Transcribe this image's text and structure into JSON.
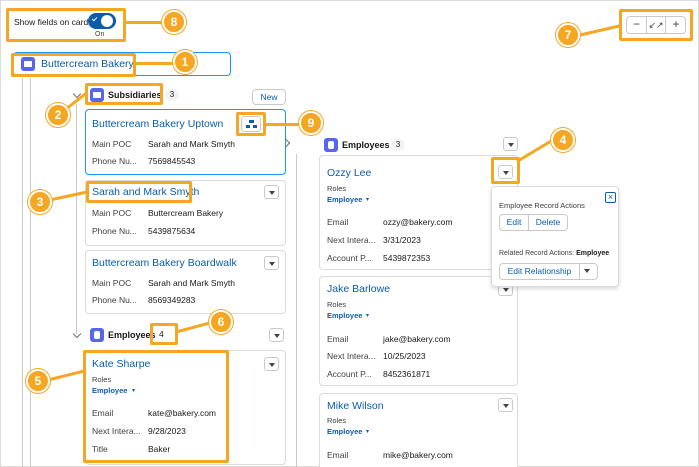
{
  "toggle": {
    "label": "Show fields on cards",
    "state": "On"
  },
  "root": {
    "title": "Buttercream Bakery"
  },
  "subsidiaries": {
    "label": "Subsidiaries",
    "count": "3",
    "new_label": "New",
    "cards": [
      {
        "title": "Buttercream Bakery Uptown",
        "fields": [
          {
            "label": "Main POC",
            "value": "Sarah and Mark Smyth"
          },
          {
            "label": "Phone Nu...",
            "value": "7569845543"
          }
        ]
      },
      {
        "title": "Sarah and Mark Smyth",
        "fields": [
          {
            "label": "Main POC",
            "value": "Buttercream Bakery"
          },
          {
            "label": "Phone Nu...",
            "value": "5439875634"
          }
        ]
      },
      {
        "title": "Buttercream Bakery Boardwalk",
        "fields": [
          {
            "label": "Main POC",
            "value": "Sarah and Mark Smyth"
          },
          {
            "label": "Phone Nu...",
            "value": "8569349283"
          }
        ]
      }
    ]
  },
  "employees_left": {
    "label": "Employees",
    "count": "4",
    "card": {
      "title": "Kate Sharpe",
      "roles_label": "Roles",
      "role": "Employee",
      "fields": [
        {
          "label": "Email",
          "value": "kate@bakery.com"
        },
        {
          "label": "Next Intera...",
          "value": "9/28/2023"
        },
        {
          "label": "Title",
          "value": "Baker"
        }
      ]
    }
  },
  "employees_right": {
    "label": "Employees",
    "count": "3",
    "cards": [
      {
        "title": "Ozzy Lee",
        "roles_label": "Roles",
        "role": "Employee",
        "fields": [
          {
            "label": "Email",
            "value": "ozzy@bakery.com"
          },
          {
            "label": "Next Intera...",
            "value": "3/31/2023"
          },
          {
            "label": "Account P...",
            "value": "5439872353"
          }
        ]
      },
      {
        "title": "Jake Barlowe",
        "roles_label": "Roles",
        "role": "Employee",
        "fields": [
          {
            "label": "Email",
            "value": "jake@bakery.com"
          },
          {
            "label": "Next Intera...",
            "value": "10/25/2023"
          },
          {
            "label": "Account P...",
            "value": "8452361871"
          }
        ]
      },
      {
        "title": "Mike Wilson",
        "roles_label": "Roles",
        "role": "Employee",
        "fields": [
          {
            "label": "Email",
            "value": "mike@bakery.com"
          }
        ]
      }
    ]
  },
  "popover": {
    "employee_actions_label": "Employee Record Actions",
    "edit_label": "Edit",
    "delete_label": "Delete",
    "related_prefix": "Related Record Actions:",
    "related_object": "Employee",
    "edit_relationship_label": "Edit Relationship"
  },
  "callouts": [
    "1",
    "2",
    "3",
    "4",
    "5",
    "6",
    "7",
    "8",
    "9"
  ],
  "colors": {
    "accent": "#f5a623",
    "link": "#0b5cab",
    "icon": "#5867e8"
  }
}
